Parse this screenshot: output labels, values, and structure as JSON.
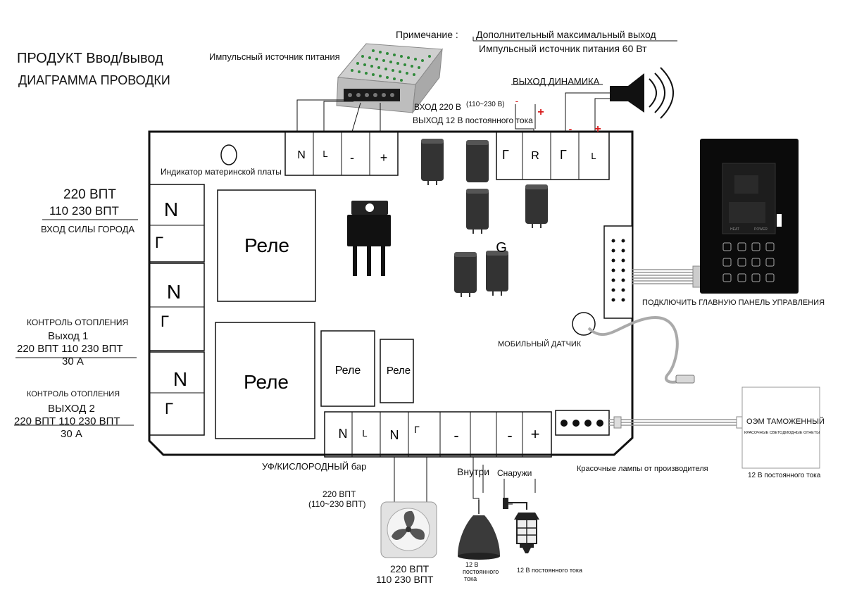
{
  "title": {
    "line1": "ПРОДУКТ Ввод/вывод",
    "line2": "ДИАГРАММА ПРОВОДКИ"
  },
  "note": {
    "label": "Примечание :",
    "line1": "Дополнительный максимальный выход",
    "line2": "Импульсный источник питания 60 Вт"
  },
  "psu": {
    "label": "Импульсный источник питания",
    "input": "ВХОД 220 В",
    "input_range": "(110~230 В)",
    "output": "ВЫХОД 12 В постоянного тока"
  },
  "speaker": {
    "label": "ВЫХОД ДИНАМИКА",
    "minus": "-",
    "plus": "+"
  },
  "board": {
    "indicator_label": "Индикатор материнской платы",
    "top_terminals_left": [
      "N",
      "L",
      "-",
      "+"
    ],
    "top_terminals_right": [
      "Γ",
      "R",
      "Γ",
      "L"
    ],
    "relay_big_1": "Реле",
    "relay_big_2": "Реле",
    "relay_small_1": "Реле",
    "relay_small_2": "Реле",
    "g_label": "G",
    "left_terminals": [
      "N",
      "Γ",
      "N",
      "Γ",
      "N",
      "Γ"
    ],
    "bottom_terminals": [
      "N",
      "L",
      "N",
      "Γ",
      "-",
      "",
      "-",
      "+"
    ]
  },
  "left_labels": {
    "power_v1": "220 ВПТ",
    "power_v2": "110 230 ВПТ",
    "power_in": "ВХОД СИЛЫ ГОРОДА",
    "heat1_title": "КОНТРОЛЬ ОТОПЛЕНИЯ",
    "heat1_out": "Выход 1",
    "heat1_v": "220 ВПТ 110 230 ВПТ",
    "heat1_a": "30 А",
    "heat2_title": "КОНТРОЛЬ ОТОПЛЕНИЯ",
    "heat2_out": "ВЫХОД 2",
    "heat2_v": "220 ВПТ 110 230 ВПТ",
    "heat2_a": "30 А"
  },
  "panel": {
    "label": "ПОДКЛЮЧИТЬ ГЛАВНУЮ ПАНЕЛЬ УПРАВЛЕНИЯ",
    "heat": "HEAT",
    "power": "POWER"
  },
  "sensor": {
    "label": "МОБИЛЬНЫЙ ДАТЧИК"
  },
  "oem": {
    "title": "ОЭМ ТАМОЖЕННЫЙ",
    "sub": "КРАСОЧНЫЕ СВЕТОДИОДНЫЕ ОГНЕТЫ",
    "voltage": "12 В постоянного тока",
    "lamps_label": "Красочные лампы от производителя"
  },
  "bottom": {
    "uv_label": "УФ/КИСЛОРОДНЫЙ бар",
    "fan_v1": "220 ВПТ",
    "fan_v2": "(110~230 ВПТ)",
    "fan_bottom_1": "220 ВПТ",
    "fan_bottom_2": "110 230 ВПТ",
    "inside": "Внутри",
    "outside": "Снаружи",
    "lamp_in_v1": "12 В",
    "lamp_in_v2": "постоянного",
    "lamp_in_v3": "тока",
    "lamp_out_v": "12 В постоянного тока"
  },
  "colors": {
    "accent_red": "#d81b1b",
    "line": "#111111",
    "panel_bg": "#0b0b0b"
  }
}
